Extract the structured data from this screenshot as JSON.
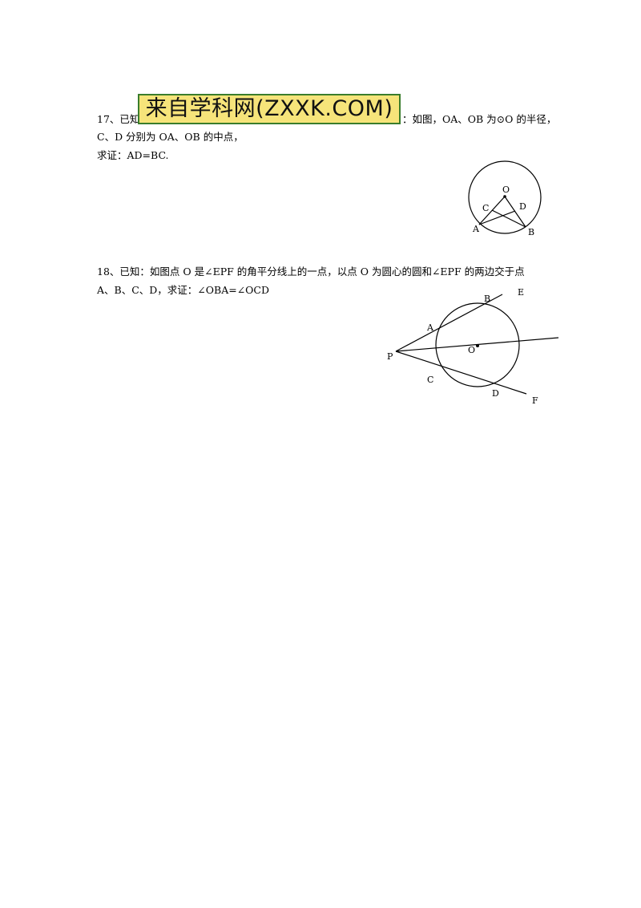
{
  "watermark": {
    "text": "来自学科网(ZXXK.COM)"
  },
  "q17": {
    "prefix": "17、已知",
    "line1_rest": "：如图，OA、OB 为⊙O 的半径，",
    "line2": "C、D 分别为 OA、OB 的中点，",
    "line3": "求证：AD=BC.",
    "labels": {
      "O": "O",
      "C": "C",
      "D": "D",
      "A": "A",
      "B": "B"
    }
  },
  "q18": {
    "line1": "18、已知：如图点 O 是∠EPF 的角平分线上的一点，以点 O 为圆心的圆和∠EPF 的两边交于点",
    "line2": "A、B、C、D，求证：∠OBA=∠OCD",
    "labels": {
      "P": "P",
      "A": "A",
      "B": "B",
      "E": "E",
      "O": "O",
      "C": "C",
      "D": "D",
      "F": "F"
    }
  }
}
